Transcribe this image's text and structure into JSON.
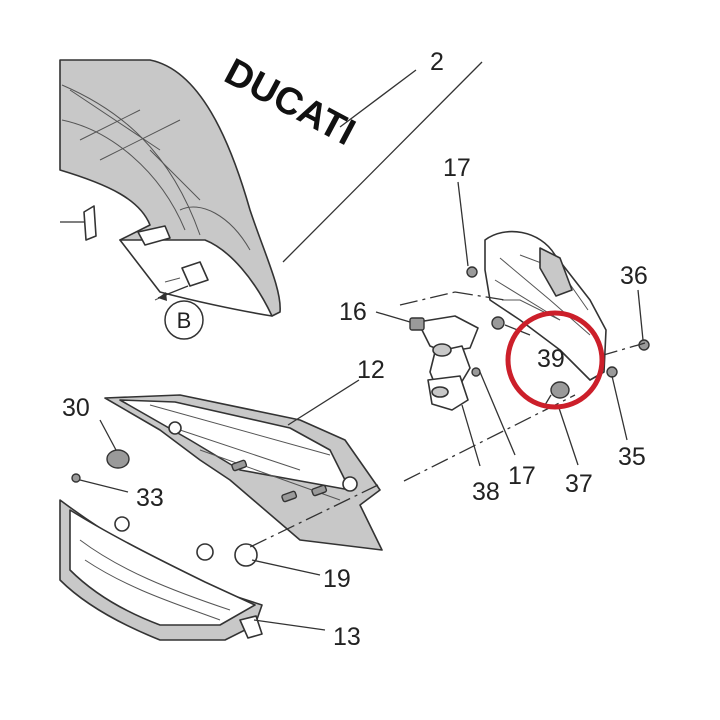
{
  "brand_text": "DUCATI",
  "highlight_color": "#cc1f2a",
  "callouts": {
    "c2": "2",
    "c12": "12",
    "c13": "13",
    "c16": "16",
    "c17a": "17",
    "c17b": "17",
    "c19": "19",
    "c30": "30",
    "c33": "33",
    "c35": "35",
    "c36": "36",
    "c37": "37",
    "c38": "38",
    "c39": "39"
  },
  "view_marker": "B"
}
